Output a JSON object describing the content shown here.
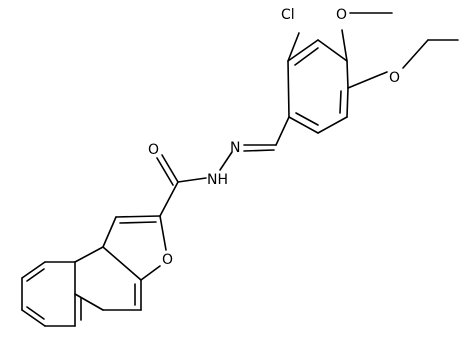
{
  "molecule": {
    "atoms": {
      "chlorine": "Cl",
      "methoxy_oxygen": "O",
      "ethoxy_oxygen": "O",
      "carbonyl_oxygen": "O",
      "imine_nitrogen": "N",
      "amide_nh": "NH",
      "furan_oxygen": "O"
    }
  },
  "colors": {
    "bond": "#000000",
    "label": "#000000",
    "background": "#ffffff"
  }
}
